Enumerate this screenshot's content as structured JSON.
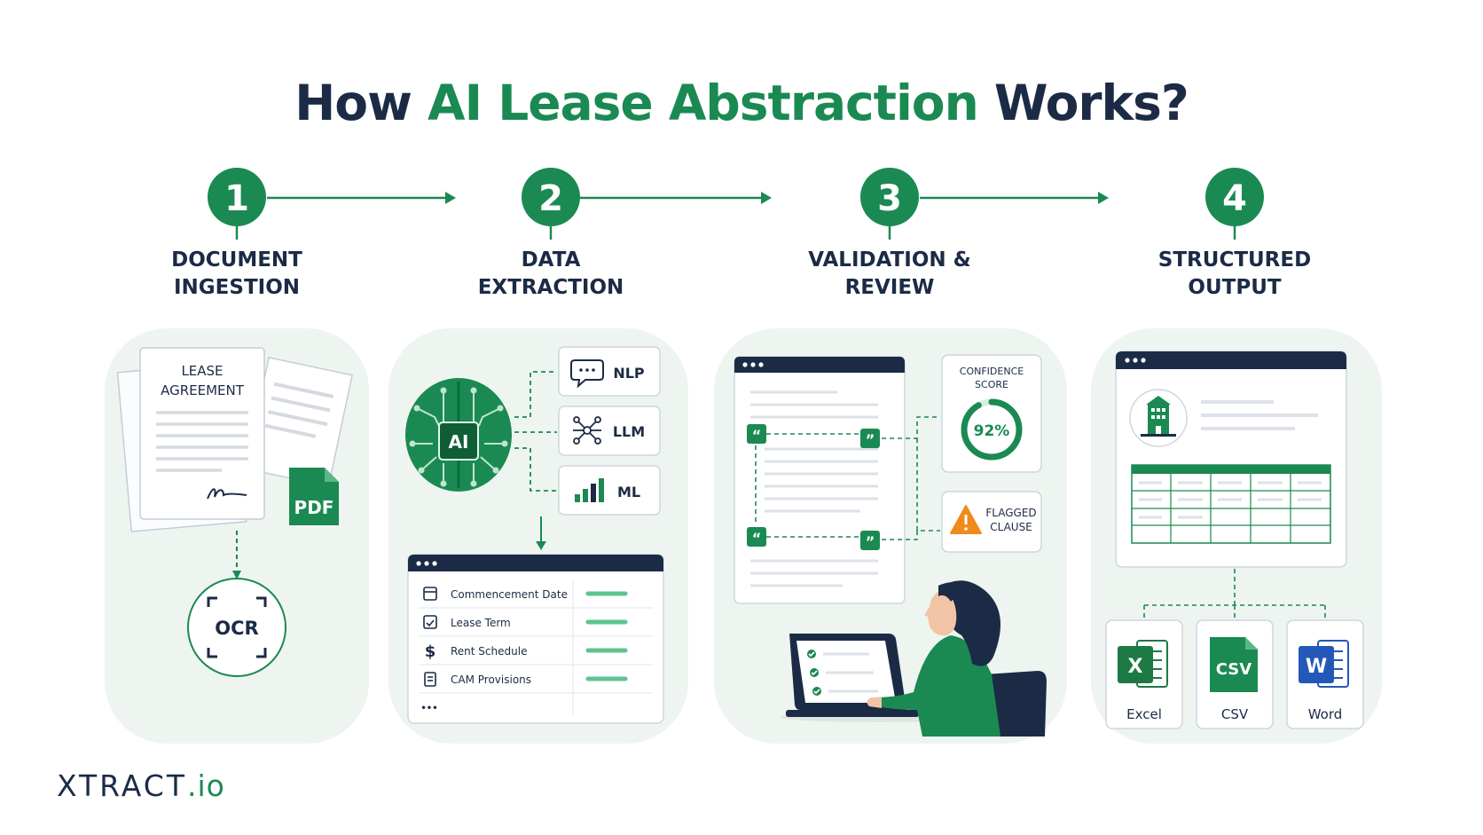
{
  "title": {
    "pre": "How ",
    "highlight": "AI Lease Abstraction",
    "post": " Works?"
  },
  "steps": [
    {
      "number": "1",
      "line1": "DOCUMENT",
      "line2": "INGESTION"
    },
    {
      "number": "2",
      "line1": "DATA",
      "line2": "EXTRACTION"
    },
    {
      "number": "3",
      "line1": "VALIDATION &",
      "line2": "REVIEW"
    },
    {
      "number": "4",
      "line1": "STRUCTURED",
      "line2": "OUTPUT"
    }
  ],
  "ingestion": {
    "doc_line1": "LEASE",
    "doc_line2": "AGREEMENT",
    "pdf_label": "PDF",
    "ocr_label": "OCR"
  },
  "extraction": {
    "brain_label": "AI",
    "models": [
      "NLP",
      "LLM",
      "ML"
    ],
    "fields": [
      "Commencement Date",
      "Lease Term",
      "Rent Schedule",
      "CAM Provisions"
    ],
    "more": "•••"
  },
  "review": {
    "confidence_line1": "CONFIDENCE",
    "confidence_line2": "SCORE",
    "confidence_value": "92%",
    "confidence_fraction": 0.92,
    "flag_line1": "FLAGGED",
    "flag_line2": "CLAUSE"
  },
  "output": {
    "formats": [
      {
        "letter": "X",
        "label": "Excel",
        "color": "#1d7a45"
      },
      {
        "letter": "CSV",
        "label": "CSV",
        "color": "#1a8a52"
      },
      {
        "letter": "W",
        "label": "Word",
        "color": "#2358b8"
      }
    ]
  },
  "brand": {
    "name": "XTRACT",
    "suffix": ".io"
  },
  "colors": {
    "green": "#1a8a52",
    "navy": "#1c2b45",
    "warning": "#f08a1c"
  }
}
